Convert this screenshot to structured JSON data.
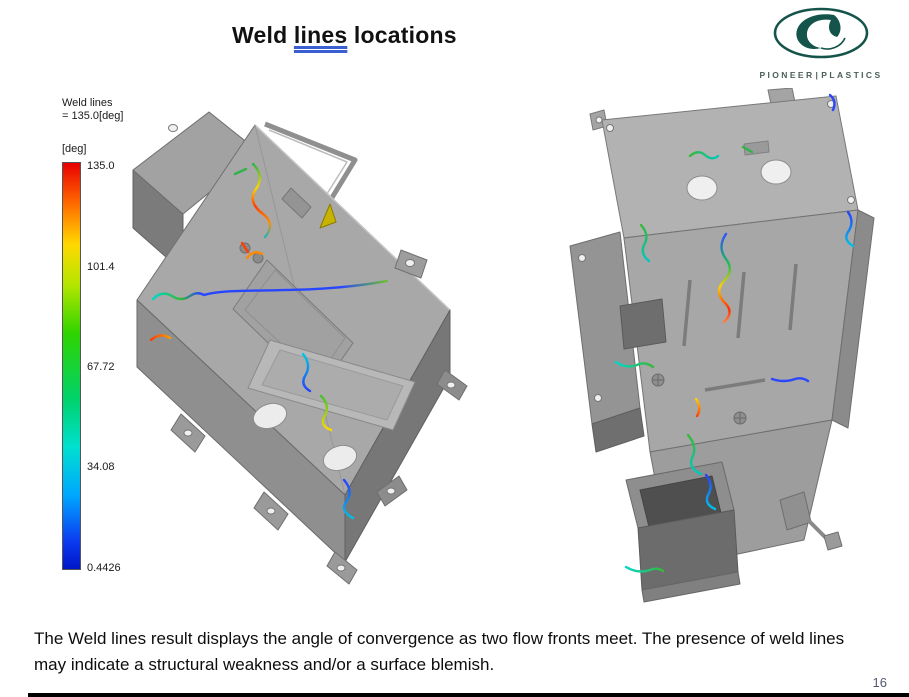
{
  "slide": {
    "page_number": "16"
  },
  "title": {
    "part1": "Weld ",
    "part2": "lines",
    "part3": " locations",
    "underline_color": "#3a5fd0"
  },
  "logo": {
    "brand_left": "PIONEER",
    "separator": "|",
    "brand_right": "PLASTICS",
    "brand_color": "#15544a"
  },
  "legend": {
    "result_label_line1": "Weld lines",
    "result_label_line2": "= 135.0[deg]",
    "unit_label": "[deg]",
    "ticks": [
      "135.0",
      "101.4",
      "67.72",
      "34.08",
      "0.4426"
    ],
    "scale_max": 135.0,
    "scale_min": 0.4426,
    "gradient_stops_top_to_bottom": [
      "#ff0000",
      "#ff8a00",
      "#fff000",
      "#35e000",
      "#00ffd0",
      "#00b4ff",
      "#0000ff"
    ]
  },
  "models": {
    "part_color": "#a8a8a8",
    "weld_line_palette": [
      "#0000ff",
      "#00ffff",
      "#00ff00",
      "#ffff00",
      "#ff0000"
    ]
  },
  "caption": {
    "text": "The Weld lines result displays the angle of convergence as two flow fronts meet. The presence of weld lines may indicate a structural weakness and/or a surface blemish."
  }
}
